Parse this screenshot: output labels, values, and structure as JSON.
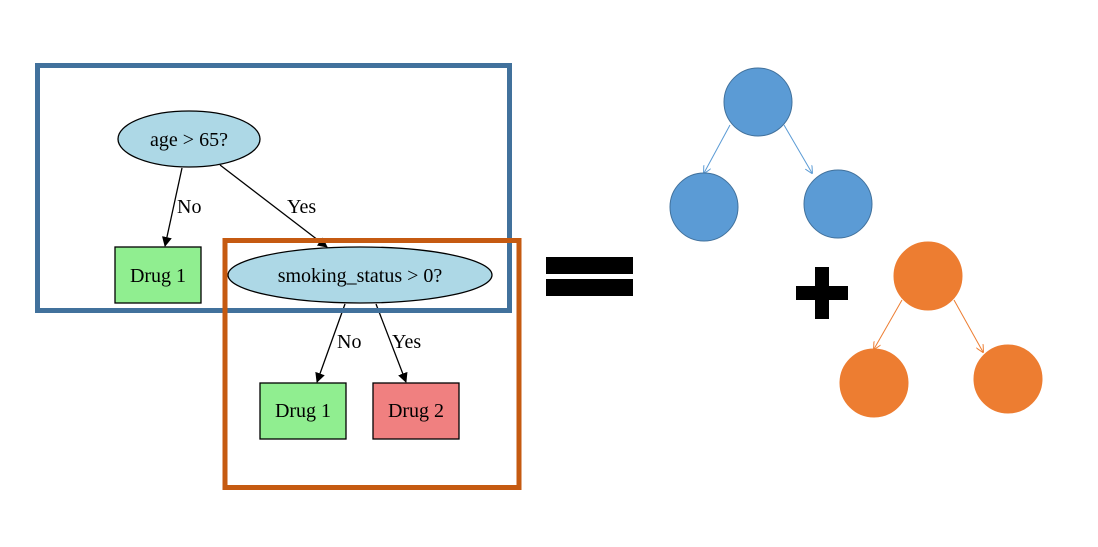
{
  "tree": {
    "root": {
      "text": "age > 65?"
    },
    "root_no_leaf": {
      "text": "Drug 1"
    },
    "sub_root": {
      "text": "smoking_status > 0?"
    },
    "sub_no_leaf": {
      "text": "Drug 1"
    },
    "sub_yes_leaf": {
      "text": "Drug 2"
    },
    "edges": {
      "root_no": "No",
      "root_yes": "Yes",
      "sub_no": "No",
      "sub_yes": "Yes"
    }
  },
  "colors": {
    "question_fill": "#add8e6",
    "drug1_fill": "#90ee90",
    "drug2_fill": "#f08080",
    "blue_frame": "#41719c",
    "orange_frame": "#c55a11",
    "blue_tree": "#5b9bd5",
    "orange_tree": "#ed7d31",
    "symbols": "#000000"
  },
  "symbols": {
    "equals": "equals-sign",
    "plus": "plus-sign"
  }
}
